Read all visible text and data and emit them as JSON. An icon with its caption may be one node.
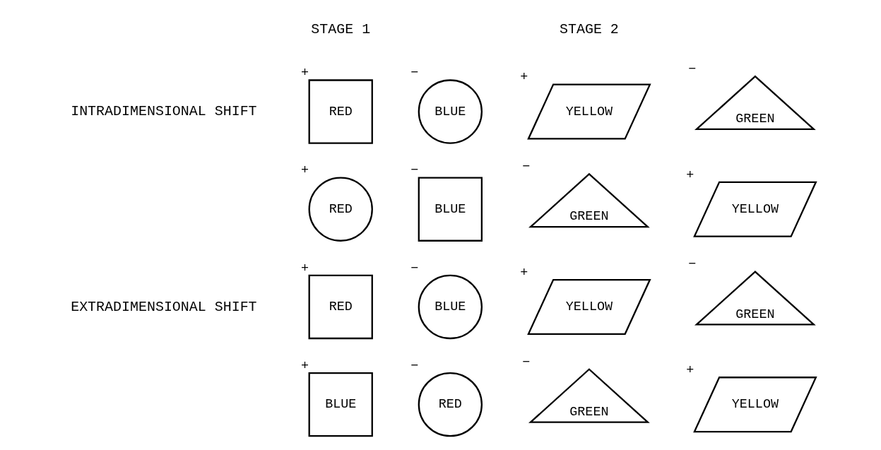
{
  "diagram": {
    "nodes": [
      {
        "text": [
          "RED"
        ],
        "beside": [
          "+"
        ]
      },
      {
        "text": [
          "BLUE"
        ],
        "beside": [
          "−"
        ]
      },
      {
        "text": [
          "RED"
        ],
        "beside": [
          "+"
        ]
      },
      {
        "text": [
          "BLUE"
        ],
        "beside": [
          "−"
        ]
      },
      {
        "text": [
          "YELLOW"
        ],
        "beside": [
          "+"
        ]
      },
      {
        "text": [
          "GREEN"
        ],
        "beside": [
          "−"
        ]
      },
      {
        "text": [
          "GREEN"
        ],
        "beside": [
          "−"
        ]
      },
      {
        "text": [
          "YELLOW"
        ],
        "beside": [
          "+"
        ]
      },
      {
        "text": [
          "RED"
        ],
        "beside": [
          "+"
        ]
      },
      {
        "text": [
          "BLUE"
        ],
        "beside": [
          "−"
        ]
      },
      {
        "text": [
          "BLUE"
        ],
        "beside": [
          "+"
        ]
      },
      {
        "text": [
          "RED"
        ],
        "beside": [
          "−"
        ]
      },
      {
        "text": [
          "YELLOW"
        ],
        "beside": [
          "+"
        ]
      },
      {
        "text": [
          "GREEN"
        ],
        "beside": [
          "−"
        ]
      },
      {
        "text": [
          "GREEN"
        ],
        "beside": [
          "−"
        ]
      },
      {
        "text": [
          "YELLOW"
        ],
        "beside": [
          "+"
        ]
      }
    ],
    "edges": [],
    "labels": [
      "STAGE 1",
      "STAGE 2",
      "INTRADIMENSIONAL SHIFT",
      "EXTRADIMENSIONAL SHIFT"
    ]
  }
}
